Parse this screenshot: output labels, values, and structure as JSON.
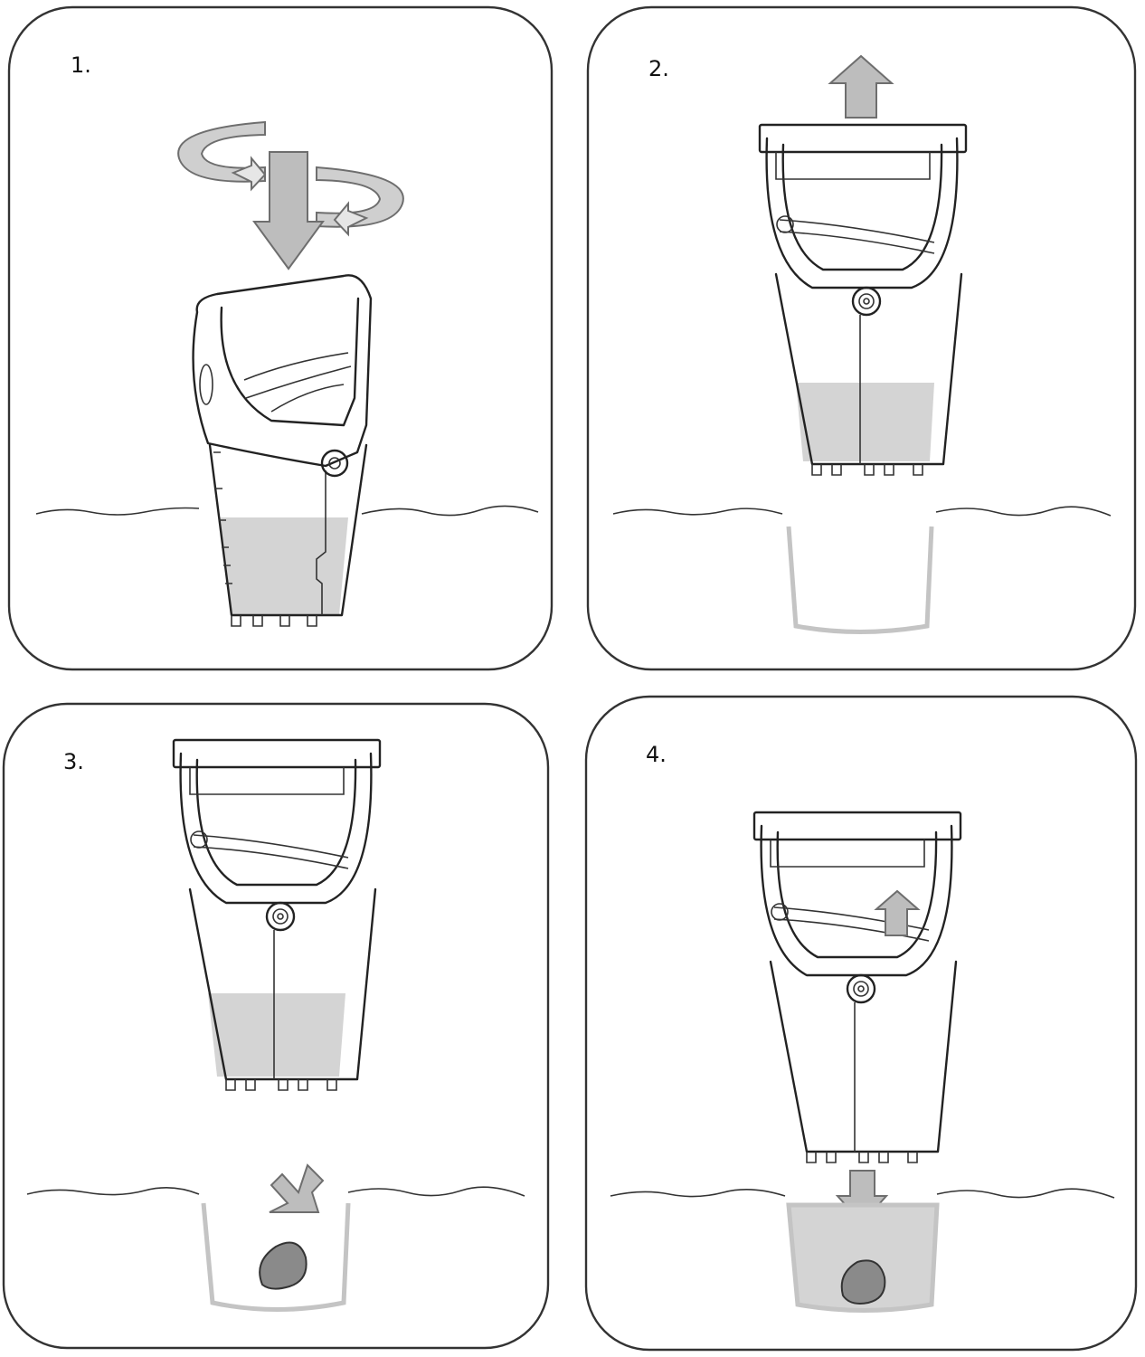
{
  "colors": {
    "outline": "#222222",
    "water": "#d4d4d4",
    "arrow_fill": "#bdbdbd",
    "arrow_stroke": "#6e6e6e",
    "hole_wall": "#c4c4c4",
    "stone": "#8a8a8a",
    "ground_line": "#444444"
  },
  "panels": [
    {
      "number": "1."
    },
    {
      "number": "2."
    },
    {
      "number": "3."
    },
    {
      "number": "4."
    }
  ]
}
